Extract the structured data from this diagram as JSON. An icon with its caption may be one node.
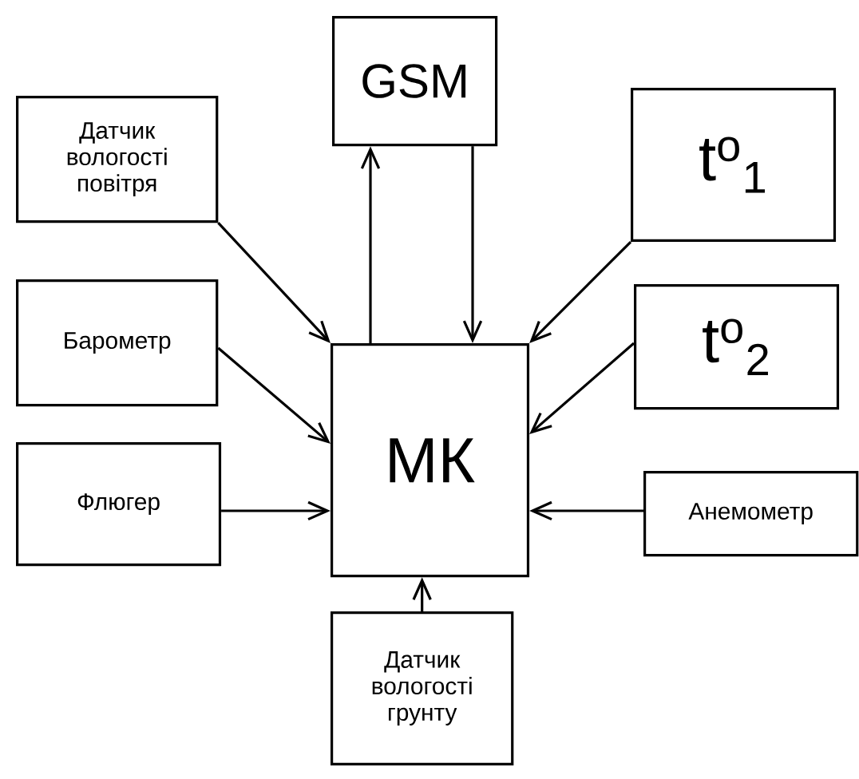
{
  "diagram": {
    "nodes": [
      {
        "text": [
          "GSM"
        ]
      },
      {
        "text": [
          "Датчик вологості повітря"
        ]
      },
      {
        "text": [
          "t$^{o}$$_{1}$"
        ]
      },
      {
        "text": [
          "Барометр"
        ]
      },
      {
        "text": [
          "t$^{o}$$_{2}$"
        ]
      },
      {
        "text": [
          "МК"
        ]
      },
      {
        "text": [
          "Флюгер"
        ]
      },
      {
        "text": [
          "Анемометр"
        ]
      },
      {
        "text": [
          "Датчик вологості грунту"
        ]
      }
    ],
    "edges": [
      {
        "from": 5,
        "to": 0,
        "arrow": "to"
      },
      {
        "from": 0,
        "to": 5,
        "arrow": "to"
      },
      {
        "from": 1,
        "to": 5,
        "arrow": "to"
      },
      {
        "from": 2,
        "to": 5,
        "arrow": "to"
      },
      {
        "from": 3,
        "to": 5,
        "arrow": "to"
      },
      {
        "from": 4,
        "to": 5,
        "arrow": "to"
      },
      {
        "from": 6,
        "to": 5,
        "arrow": "to"
      },
      {
        "from": 7,
        "to": 5,
        "arrow": "to"
      },
      {
        "from": 8,
        "to": 5,
        "arrow": "to"
      }
    ]
  }
}
